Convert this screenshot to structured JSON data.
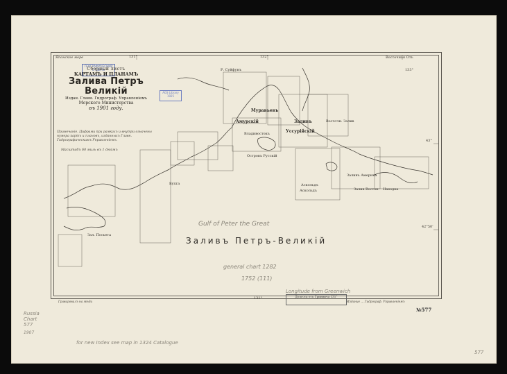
{
  "map": {
    "header_left": "Сборный листъ",
    "header_title_small": "КАРТАМЪ И ПЛАНАМЪ",
    "title": "Залива Петръ Великiй",
    "publisher": "Издан. Главн. Гидрограф. Управленiемъ",
    "ministry": "Морского Министерства",
    "year": "въ 1901 году.",
    "stamp_top": "ГЕОГРАФИЧЕСКИЙ ОТДЕЛЪ",
    "stamp_mid": "AGS Library 1925",
    "note": "Примечанiе. Цифрами при рамкахъ и внутри означены нумера картъ и плановъ, изданныхъ Главн. Гидрографическимъ Управленiемъ.",
    "scale_text": "Масштабъ 60 миль въ 1 дюймъ",
    "gulf_label": "Заливъ Петръ-Великiй",
    "top_right": "Восточная Отъ",
    "top_left_label": "Японское море",
    "longitude_label": "Долгота отъ Гринвича 131°",
    "edition": "№577",
    "bottom_note_left": "Гравировалъ на мѣди",
    "bottom_note_right": "Издание ... Гидрограф. Управленiемъ",
    "stamp_bottom_right": "Долгота отъ Гринвича",
    "pencil_side": "Russia Chart 577",
    "pencil_side_year": "1907",
    "pencil_bottom": "for new Index see map in 1324 Catalogue",
    "pencil_general": "general chart 1282",
    "pencil_1752": "1752 (111)",
    "pencil_gulf1": "Gulf of Peter the Great",
    "pencil_longitude": "Longitude from Greenwich",
    "pencil_right": "577",
    "coords": {
      "top_131": "131°",
      "top_132": "132°",
      "top_133": "133°",
      "side_43": "43°",
      "side_42_50": "42°50'",
      "bottom_131": "131°"
    },
    "places": [
      "Р. Суйфунъ",
      "Муравьевъ",
      "Амурскiй",
      "Владивостокъ",
      "Уссурiйскiй",
      "Заливъ",
      "Зал. Посьета",
      "Аскольдъ",
      "Заливъ Америка",
      "Находка",
      "Восточн. Залив",
      "Островъ Русскiй",
      "Аскольдъ",
      "Бухта",
      "Залив Восток"
    ]
  }
}
